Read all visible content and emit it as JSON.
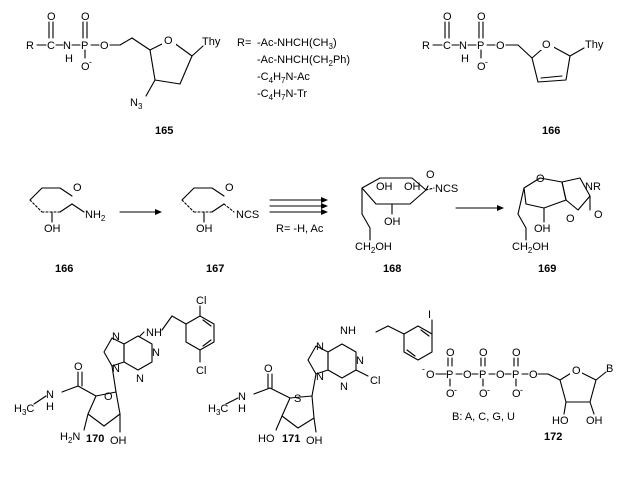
{
  "colors": {
    "ink": "#000000",
    "background": "#ffffff"
  },
  "top": {
    "c165": {
      "R": "R",
      "C": "C",
      "N": "N",
      "P": "P",
      "O_link": "O",
      "O_dbl1": "O",
      "O_dbl2": "O",
      "H": "H",
      "O_minus": "O",
      "minus": "-",
      "O_ring": "O",
      "Thy": "Thy",
      "N3": "N",
      "N3_sub": "3",
      "label": "165"
    },
    "R_defs": {
      "prefix": "R=",
      "lines": [
        "-Ac-NHCH(CH",
        "-Ac-NHCH(CH",
        "-C",
        "-C"
      ],
      "l1_sub": "3",
      "l1_tail": ")",
      "l2_sub": "2",
      "l2_tail": "Ph)",
      "l3_a_sub": "4",
      "l3_h": "H",
      "l3_b_sub": "7",
      "l3_tail": "N-Ac",
      "l4_a_sub": "4",
      "l4_h": "H",
      "l4_b_sub": "7",
      "l4_tail": "N-Tr"
    },
    "c166": {
      "R": "R",
      "C": "C",
      "N": "N",
      "P": "P",
      "O_link": "O",
      "O_dbl1": "O",
      "O_dbl2": "O",
      "H": "H",
      "O_minus": "O",
      "minus": "-",
      "O_ring": "O",
      "Thy": "Thy",
      "label": "166"
    }
  },
  "middle": {
    "c166b": {
      "O": "O",
      "NH": "NH",
      "NH_sub": "2",
      "OH": "OH",
      "label": "166"
    },
    "c167": {
      "O": "O",
      "NCS": "NCS",
      "OH": "OH",
      "label": "167"
    },
    "conditions": "R= -H, Ac",
    "c168": {
      "O": "O",
      "OH1": "OH",
      "OH2": "OH",
      "OH3": "OH",
      "NCS": "NCS",
      "CH2OH": "CH",
      "CH2OH_sub": "2",
      "CH2OH_tail": "OH",
      "label": "168"
    },
    "c169": {
      "O1": "O",
      "NR": "NR",
      "O2": "O",
      "O3": "O",
      "OH": "OH",
      "CH2OH": "CH",
      "CH2OH_sub": "2",
      "CH2OH_tail": "OH",
      "label": "169"
    }
  },
  "bottom": {
    "c170": {
      "Cl1": "Cl",
      "Cl2": "Cl",
      "NH": "NH",
      "N1": "N",
      "N2": "N",
      "N3": "N",
      "N4": "N",
      "O_amide": "O",
      "NH_amide": "N",
      "H_amide": "H",
      "H3C": "H",
      "H3C_sub": "3",
      "H3C_tail": "C",
      "O_ring": "O",
      "H2N": "H",
      "H2N_sub": "2",
      "H2N_tail": "N",
      "OH": "OH",
      "label": "170"
    },
    "c171": {
      "I": "I",
      "NH": "NH",
      "N1": "N",
      "N2": "N",
      "N3": "N",
      "N4": "N",
      "Cl": "Cl",
      "O_amide": "O",
      "NH_amide": "N",
      "H_amide": "H",
      "H3C": "H",
      "H3C_sub": "3",
      "H3C_tail": "C",
      "S": "S",
      "HO": "HO",
      "OH": "OH",
      "label": "171"
    },
    "c172": {
      "O": "O",
      "minus": "-",
      "P": "P",
      "B": "B",
      "O_ring": "O",
      "HO": "HO",
      "OH": "OH",
      "legend": "B: A, C, G, U",
      "label": "172"
    }
  }
}
